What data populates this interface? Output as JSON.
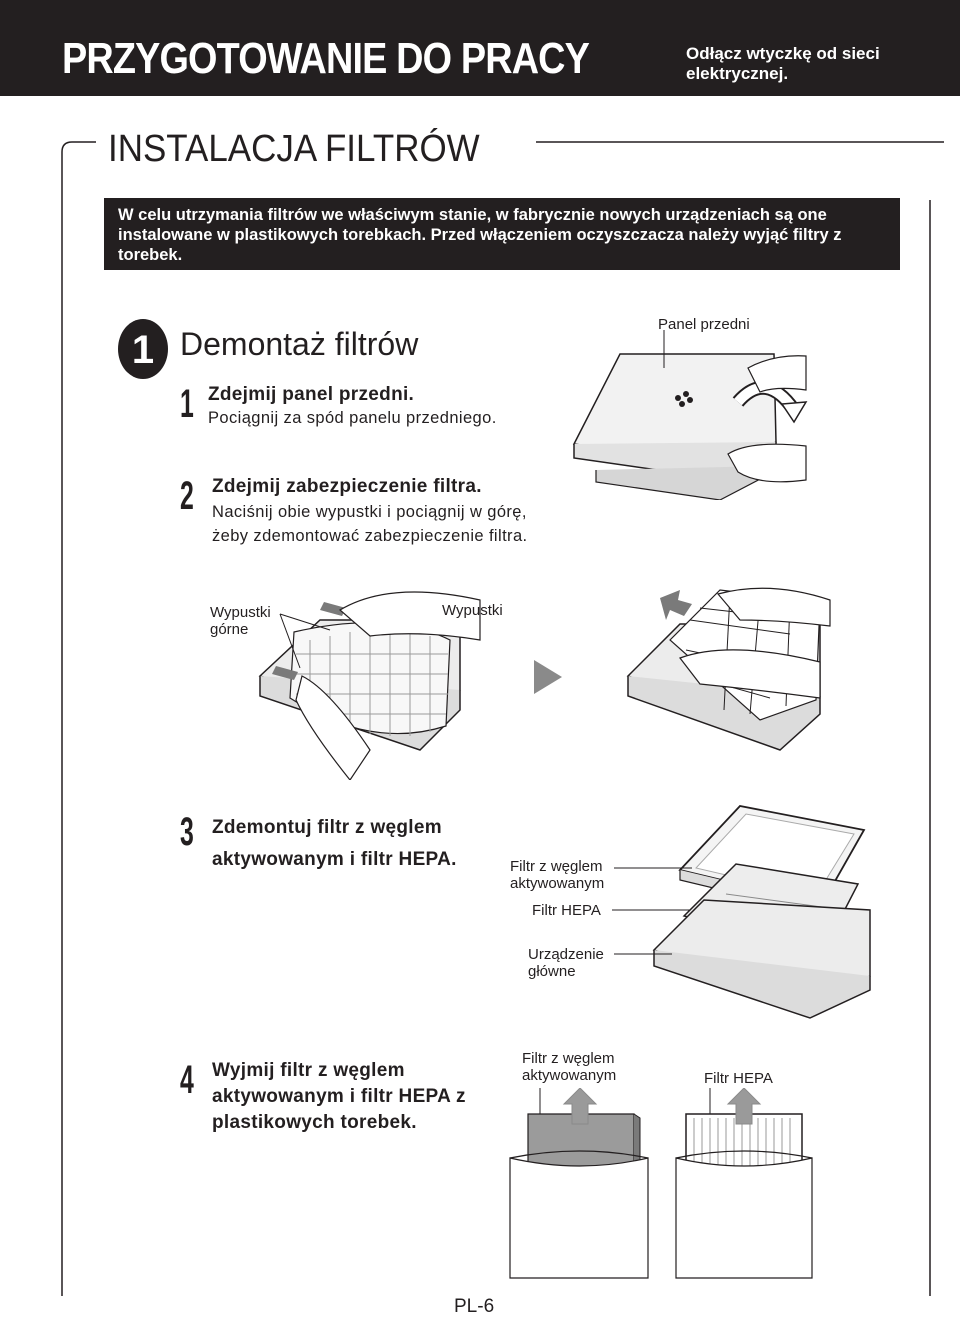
{
  "header": {
    "title": "PRZYGOTOWANIE DO PRACY",
    "note": "Odłącz wtyczkę od sieci elektrycznej."
  },
  "section": {
    "title": "INSTALACJA FILTRÓW",
    "intro": "W celu utrzymania filtrów we właściwym stanie, w fabrycznie nowych urządzeniach są one instalowane w plastikowych torebkach. Przed włączeniem oczyszczacza należy wyjąć filtry z torebek."
  },
  "part": {
    "number": "1",
    "title": "Demontaż filtrów"
  },
  "steps": [
    {
      "number": "1",
      "title": "Zdejmij panel przedni.",
      "text": "Pociągnij za spód panelu przedniego."
    },
    {
      "number": "2",
      "title": "Zdejmij zabezpieczenie filtra.",
      "text": "Naciśnij obie wypustki i pociągnij w górę, żeby zdemontować zabezpieczenie filtra."
    },
    {
      "number": "3",
      "title": "Zdemontuj filtr z węglem aktywowanym i filtr HEPA.",
      "text": ""
    },
    {
      "number": "4",
      "title": "Wyjmij filtr z węglem aktywowanym i filtr HEPA z plastikowych torebek.",
      "text": ""
    }
  ],
  "labels": {
    "front_panel": "Panel przedni",
    "upper_tabs": "Wypustki górne",
    "tabs": "Wypustki",
    "carbon_filter": "Filtr z węglem aktywowanym",
    "hepa_filter": "Filtr HEPA",
    "main_unit": "Urządzenie główne",
    "carbon_filter_4": "Filtr z węglem aktywowanym",
    "hepa_filter_4": "Filtr HEPA"
  },
  "footer": {
    "page": "PL-6"
  },
  "colors": {
    "dark": "#231f20",
    "arrow_gray": "#9a9a9a"
  }
}
